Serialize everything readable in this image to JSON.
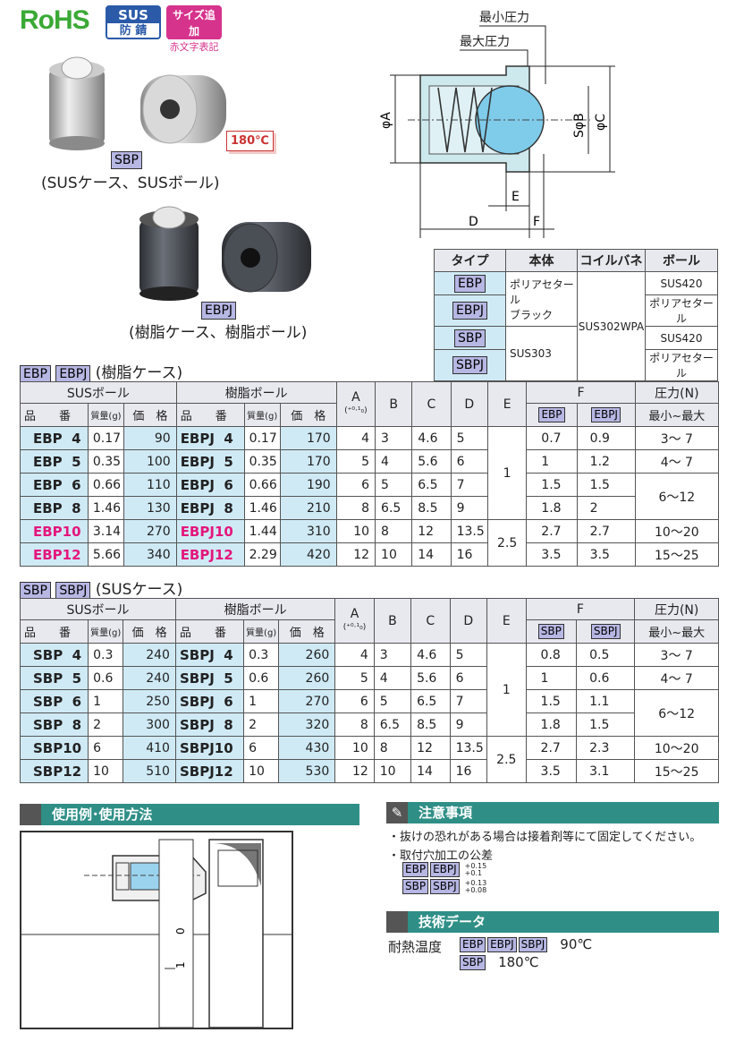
{
  "header": {
    "rohs": "RoHS",
    "sus_badge_top": "SUS",
    "sus_badge_bottom": "防 錆",
    "size_badge_top": "サイズ追加",
    "size_badge_bottom": "赤文字表記"
  },
  "products": {
    "sbp_label": "SBP",
    "sbp_caption": "(SUSケース、SUSボール)",
    "temp_badge": "180℃",
    "ebpj_label": "EBPJ",
    "ebpj_caption": "(樹脂ケース、樹脂ボール)"
  },
  "diagram": {
    "min_pressure": "最小圧力",
    "max_pressure": "最大圧力",
    "phiA": "φA",
    "sphiB": "SφB",
    "phiC": "φC",
    "E": "E",
    "D": "D",
    "F": "F"
  },
  "type_table": {
    "headers": [
      "タイプ",
      "本体",
      "コイルバネ",
      "ボール"
    ],
    "types": [
      "EBP",
      "EBPJ",
      "SBP",
      "SBPJ"
    ],
    "body_resin": "ポリアセタール\nブラック",
    "body_sus": "SUS303",
    "spring": "SUS302WPA",
    "balls": [
      "SUS420",
      "ポリアセタール",
      "SUS420",
      "ポリアセタール"
    ]
  },
  "resin_section": {
    "badges": [
      "EBP",
      "EBPJ"
    ],
    "title": "(樹脂ケース)"
  },
  "sus_section": {
    "badges": [
      "SBP",
      "SBPJ"
    ],
    "title": "(SUSケース)"
  },
  "spec_headers": {
    "sus_ball": "SUSボール",
    "resin_ball": "樹脂ボール",
    "A": "A",
    "A_tol": "(⁺⁰·¹₀)",
    "B": "B",
    "C": "C",
    "D": "D",
    "E": "E",
    "F": "F",
    "pressure": "圧力(N)",
    "part_no": "品　　番",
    "mass": "質量(g)",
    "price": "価　格",
    "minmax": "最小~最大"
  },
  "resin_table": {
    "f_badges": [
      "EBP",
      "EBPJ"
    ],
    "rows": [
      {
        "sus_code": "EBP  4",
        "sus_mass": "0.17",
        "sus_price": "90",
        "res_code": "EBPJ  4",
        "res_mass": "0.17",
        "res_price": "170",
        "A": "4",
        "B": "3",
        "C": "4.6",
        "D": "5",
        "F1": "0.7",
        "F2": "0.9",
        "pressure": "3～ 7",
        "pink": false
      },
      {
        "sus_code": "EBP  5",
        "sus_mass": "0.35",
        "sus_price": "100",
        "res_code": "EBPJ  5",
        "res_mass": "0.35",
        "res_price": "170",
        "A": "5",
        "B": "4",
        "C": "5.6",
        "D": "6",
        "F1": "1",
        "F2": "1.2",
        "pressure": "4～ 7",
        "pink": false
      },
      {
        "sus_code": "EBP  6",
        "sus_mass": "0.66",
        "sus_price": "110",
        "res_code": "EBPJ  6",
        "res_mass": "0.66",
        "res_price": "190",
        "A": "6",
        "B": "5",
        "C": "6.5",
        "D": "7",
        "F1": "1.5",
        "F2": "1.5",
        "pressure": "6～12",
        "pink": false
      },
      {
        "sus_code": "EBP  8",
        "sus_mass": "1.46",
        "sus_price": "130",
        "res_code": "EBPJ  8",
        "res_mass": "1.46",
        "res_price": "210",
        "A": "8",
        "B": "6.5",
        "C": "8.5",
        "D": "9",
        "F1": "1.8",
        "F2": "2",
        "pressure": "",
        "pink": false
      },
      {
        "sus_code": "EBP10",
        "sus_mass": "3.14",
        "sus_price": "270",
        "res_code": "EBPJ10",
        "res_mass": "1.44",
        "res_price": "310",
        "A": "10",
        "B": "8",
        "C": "12",
        "D": "13.5",
        "F1": "2.7",
        "F2": "2.7",
        "pressure": "10～20",
        "pink": true
      },
      {
        "sus_code": "EBP12",
        "sus_mass": "5.66",
        "sus_price": "340",
        "res_code": "EBPJ12",
        "res_mass": "2.29",
        "res_price": "420",
        "A": "12",
        "B": "10",
        "C": "14",
        "D": "16",
        "F1": "3.5",
        "F2": "3.5",
        "pressure": "15～25",
        "pink": true
      }
    ],
    "E_values": [
      "1",
      "2.5"
    ]
  },
  "sus_table": {
    "f_badges": [
      "SBP",
      "SBPJ"
    ],
    "rows": [
      {
        "sus_code": "SBP  4",
        "sus_mass": "0.3",
        "sus_price": "240",
        "res_code": "SBPJ  4",
        "res_mass": "0.3",
        "res_price": "260",
        "A": "4",
        "B": "3",
        "C": "4.6",
        "D": "5",
        "F1": "0.8",
        "F2": "0.5",
        "pressure": "3～ 7"
      },
      {
        "sus_code": "SBP  5",
        "sus_mass": "0.6",
        "sus_price": "240",
        "res_code": "SBPJ  5",
        "res_mass": "0.6",
        "res_price": "260",
        "A": "5",
        "B": "4",
        "C": "5.6",
        "D": "6",
        "F1": "1",
        "F2": "0.6",
        "pressure": "4～ 7"
      },
      {
        "sus_code": "SBP  6",
        "sus_mass": "1",
        "sus_price": "250",
        "res_code": "SBPJ  6",
        "res_mass": "1",
        "res_price": "270",
        "A": "6",
        "B": "5",
        "C": "6.5",
        "D": "7",
        "F1": "1.5",
        "F2": "1.1",
        "pressure": "6～12"
      },
      {
        "sus_code": "SBP  8",
        "sus_mass": "2",
        "sus_price": "300",
        "res_code": "SBPJ  8",
        "res_mass": "2",
        "res_price": "320",
        "A": "8",
        "B": "6.5",
        "C": "8.5",
        "D": "9",
        "F1": "1.8",
        "F2": "1.5",
        "pressure": ""
      },
      {
        "sus_code": "SBP10",
        "sus_mass": "6",
        "sus_price": "410",
        "res_code": "SBPJ10",
        "res_mass": "6",
        "res_price": "430",
        "A": "10",
        "B": "8",
        "C": "12",
        "D": "13.5",
        "F1": "2.7",
        "F2": "2.3",
        "pressure": "10～20"
      },
      {
        "sus_code": "SBP12",
        "sus_mass": "10",
        "sus_price": "510",
        "res_code": "SBPJ12",
        "res_mass": "10",
        "res_price": "530",
        "A": "12",
        "B": "10",
        "C": "14",
        "D": "16",
        "F1": "3.5",
        "F2": "3.1",
        "pressure": "15～25"
      }
    ],
    "E_values": [
      "1",
      "2.5"
    ]
  },
  "usage": {
    "title": "使用例･使用方法"
  },
  "notes": {
    "title": "注意事項",
    "line1": "・抜けの恐れがある場合は接着剤等にて固定してください。",
    "line2": "・取付穴加工の公差",
    "tol_badges1": [
      "EBP",
      "EBPJ"
    ],
    "tol1_top": "+0.15",
    "tol1_bottom": "+0.1",
    "tol_badges2": [
      "SBP",
      "SBPJ"
    ],
    "tol2_top": "+0.13",
    "tol2_bottom": "+0.08"
  },
  "tech": {
    "title": "技術データ",
    "label": "耐熱温度",
    "badges1": [
      "EBP",
      "EBPJ",
      "SBPJ"
    ],
    "temp1": "90℃",
    "badge2": "SBP",
    "temp2": "180℃"
  },
  "colors": {
    "teal": "#2f8f87",
    "badge": "#b7b7e4",
    "cyan": "#cfeaf5",
    "pink": "#e4167c"
  }
}
